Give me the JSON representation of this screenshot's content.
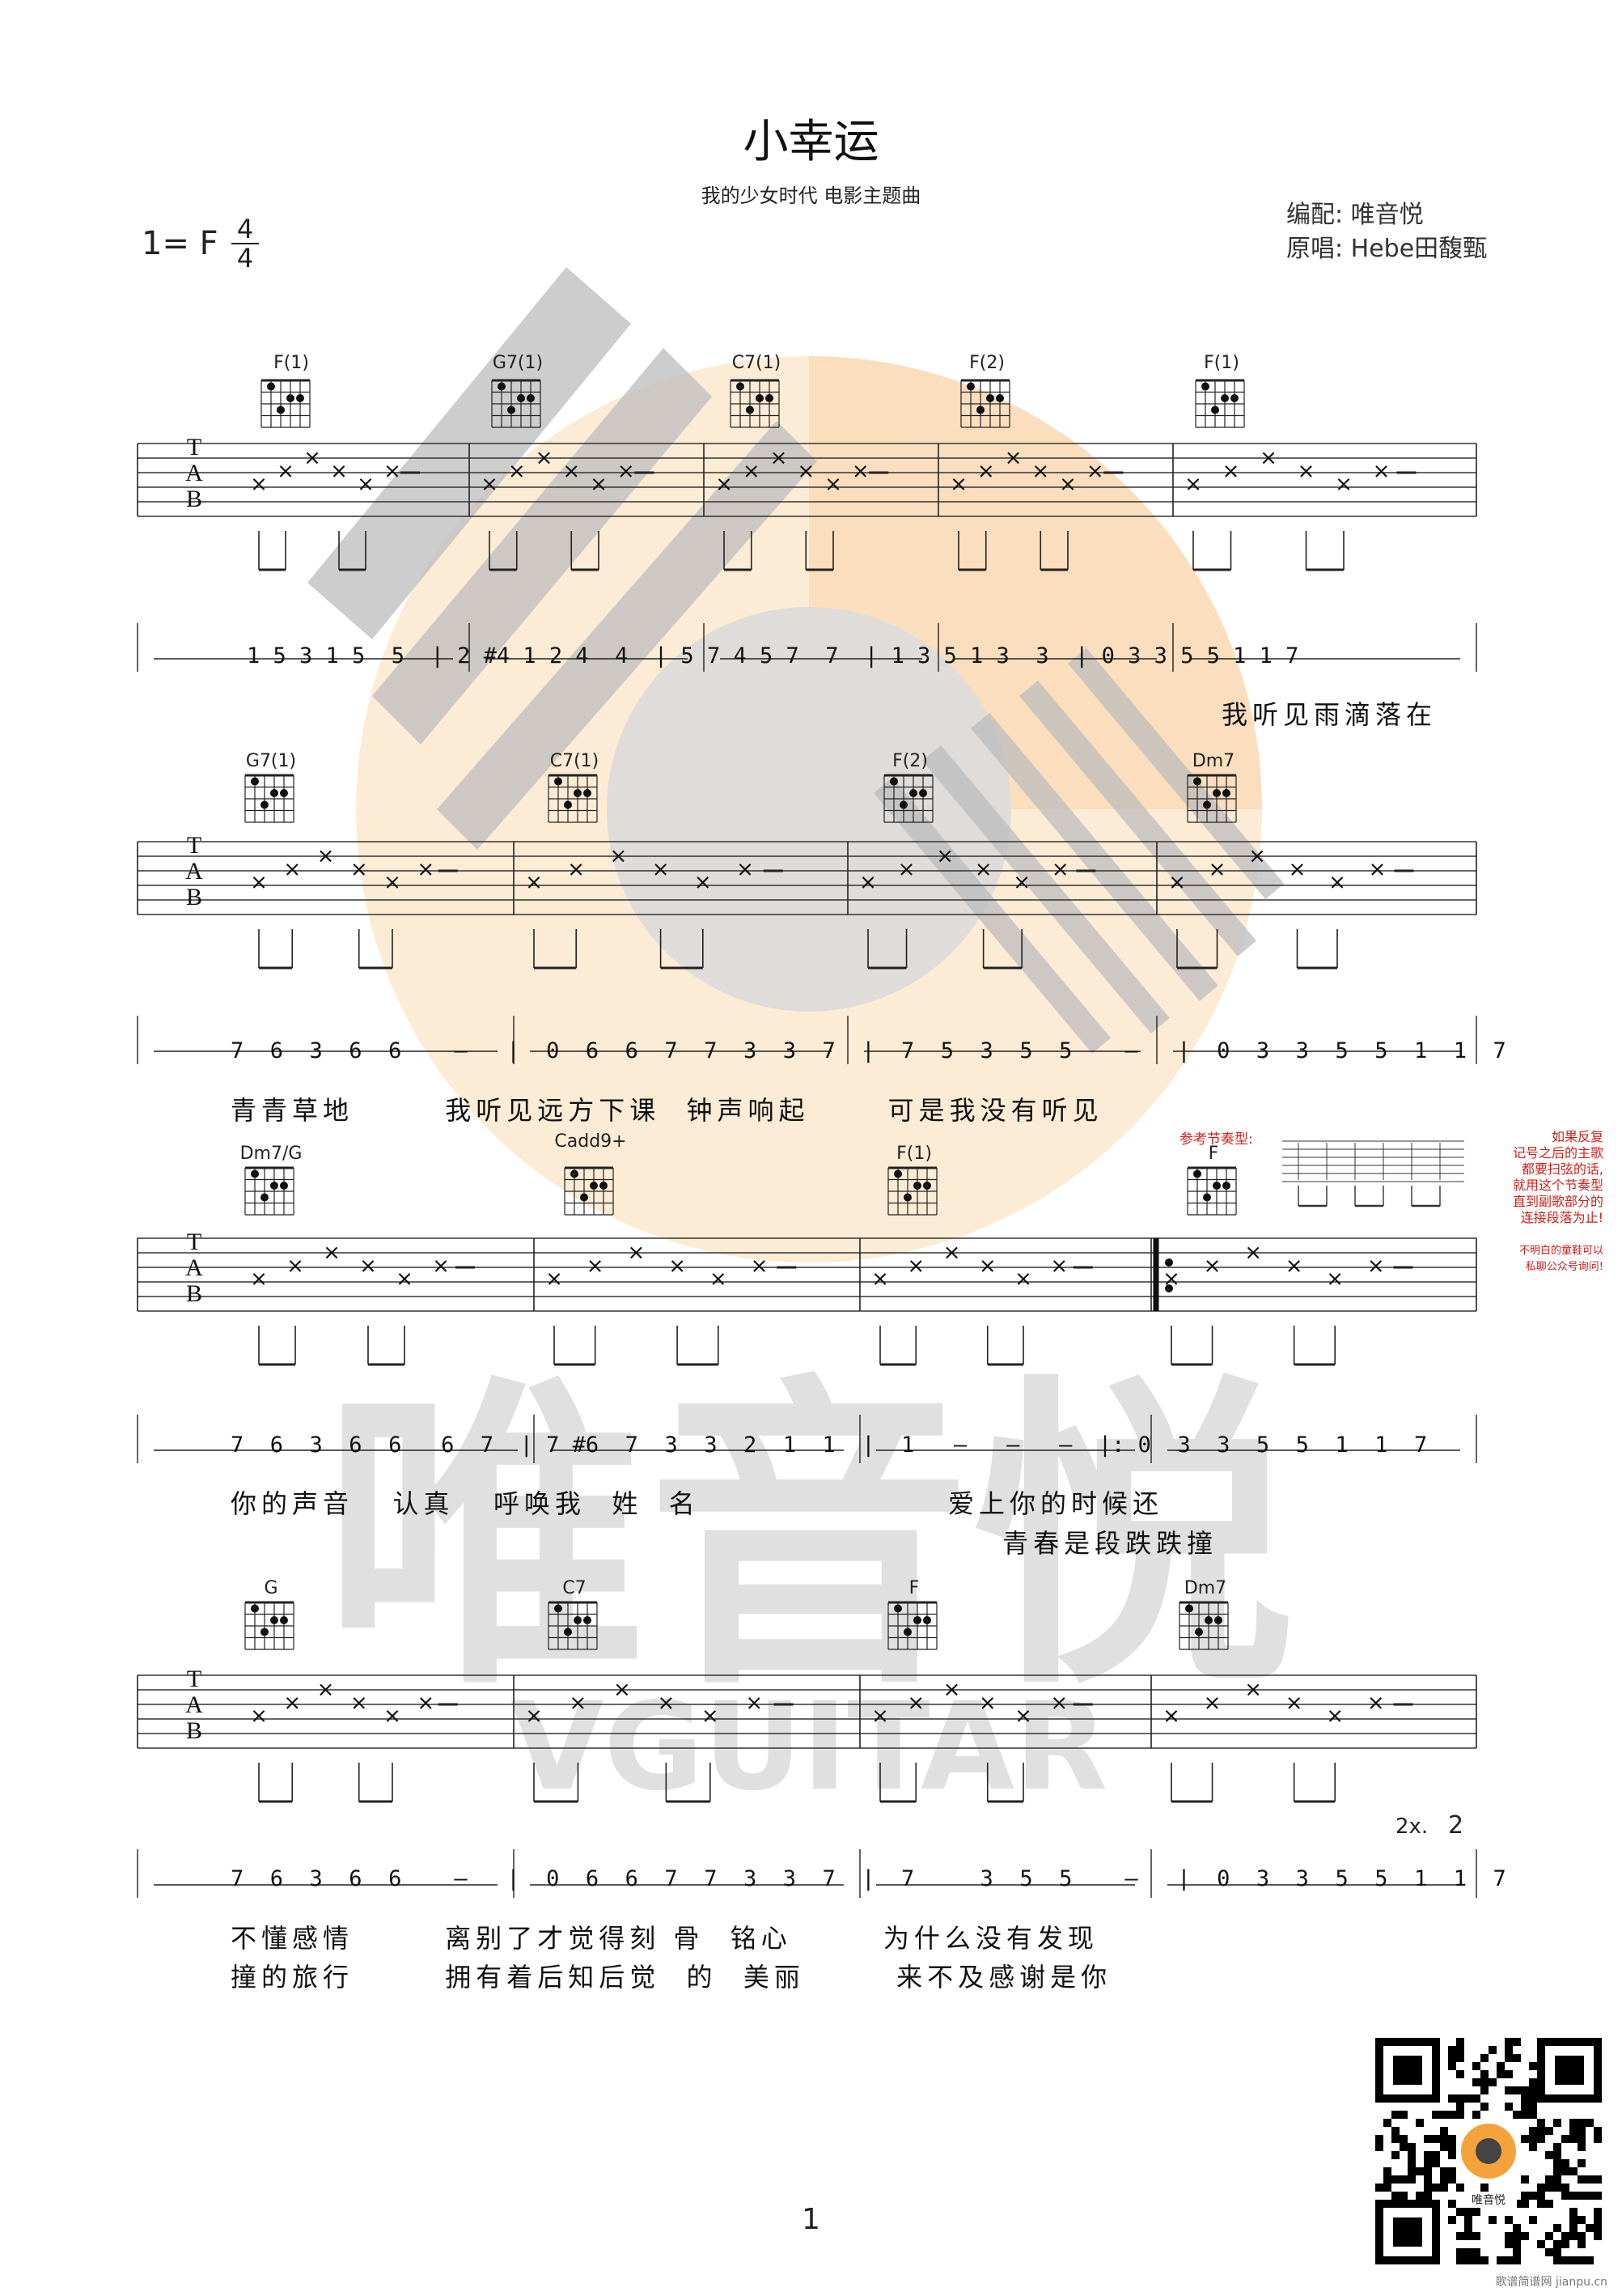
{
  "title": "小幸运",
  "subtitle": "我的少女时代 电影主题曲",
  "credits": {
    "arranger": "编配:   唯音悦",
    "singer": "原唱:   Hebe田馥甄"
  },
  "key": "1= F",
  "time_signature": {
    "top": "4",
    "bottom": "4"
  },
  "tab_letters": [
    "T",
    "A",
    "B"
  ],
  "systems": [
    {
      "chords": [
        "F(1)",
        "G7(1)",
        "C7(1)",
        "F(2)",
        "F(1)"
      ],
      "jianpu": "1 5 3 1 5  5  | 2 #4 1 2 4  4  | 5 7 4 5 7  7  | 1 3 5 1 3  3  | 0 3 3 5 5 1 1 7",
      "lyrics": [
        "我听见雨滴落在"
      ]
    },
    {
      "chords": [
        "G7(1)",
        "C7(1)",
        "F(2)",
        "Dm7"
      ],
      "jianpu": "7  6  3  6  6    —   |  0  6  6  7  7  3  3  7  |  7  5  3  5  5    —   |  0  3  3  5  5  1  1  7",
      "lyrics": [
        "青青草地       我听见远方下课  钟声响起      可是我没有听见"
      ]
    },
    {
      "chords": [
        "Dm7/G",
        "Cadd9+",
        "F(1)",
        "F"
      ],
      "jianpu": "7  6  3  6  6   6  7  | 7 #6  7  3  3  2  1  1  |  1   —   —   —  |: 0  3  3  5  5  1  1  7",
      "lyrics": [
        "你的声音   认真   呼唤我  姓  名                   爱上你的时候还",
        "                                                           青春是段跌跌撞"
      ]
    },
    {
      "chords": [
        "G",
        "C7",
        "F",
        "Dm7"
      ],
      "jianpu": "7  6  3  6  6    —   |  0  6  6  7  7  3  3  7  |  7     3  5  5    —   |  0  3  3  5  5  1  1  7",
      "lyrics": [
        "不懂感情       离别了才觉得刻 骨  铭心       为什么没有发现",
        "撞的旅行       拥有着后知后觉  的  美丽       来不及感谢是你"
      ]
    }
  ],
  "rhythm_note": "参考节奏型:",
  "side_note": "如果反复\n记号之后的主歌\n都要扫弦的话,\n就用这个节奏型\n直到副歌部分的\n连接段落为止!",
  "side_note2": "不明白的童鞋可以\n私聊公众号询问!",
  "repeat_mark": "2x.",
  "repeat_note": "2",
  "watermark": {
    "big": "唯音悦",
    "small": "VGUITAR"
  },
  "qr_label": "唯音悦",
  "page_number": "1",
  "footer": "歌谱简谱网 jianpu.cn"
}
